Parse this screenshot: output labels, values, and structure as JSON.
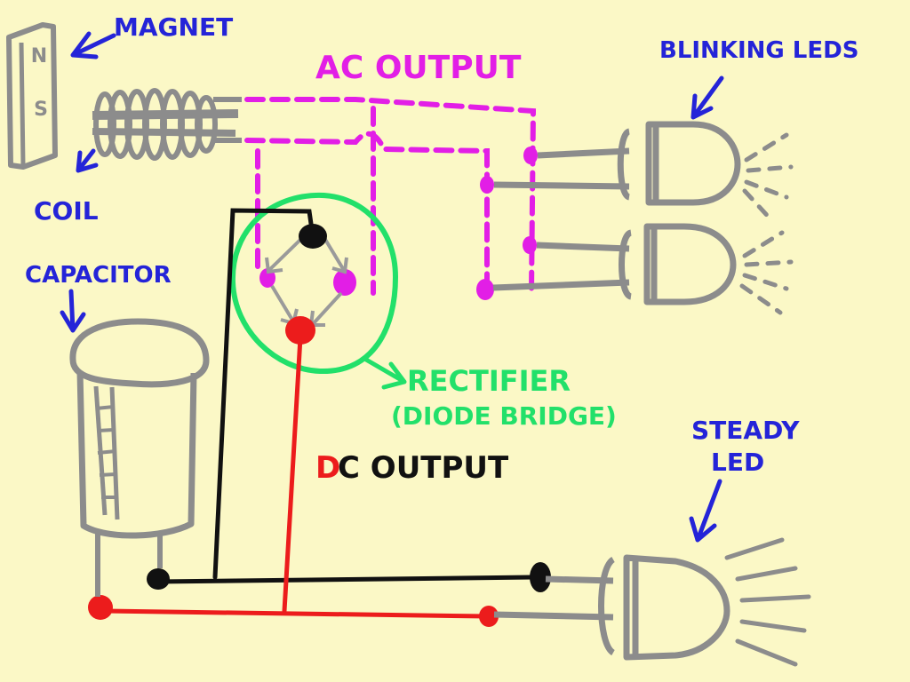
{
  "labels": {
    "magnet": "MAGNET",
    "magnet_n": "N",
    "magnet_s": "S",
    "coil": "COIL",
    "ac_output": "AC OUTPUT",
    "blinking_leds": "BLINKING LEDS",
    "capacitor": "CAPACITOR",
    "rectifier": "RECTIFIER",
    "diode_bridge": "(DIODE BRIDGE)",
    "dc_d": "D",
    "dc_rest": "C OUTPUT",
    "steady": "STEADY",
    "led": "LED"
  },
  "colors": {
    "background": "#fbf8c6",
    "label_blue": "#2424d8",
    "ac_magenta": "#e21ee6",
    "rectifier_green": "#22e06a",
    "dc_red": "#ec1c1c",
    "wire_black": "#111111",
    "component_gray": "#8c8c8c"
  }
}
